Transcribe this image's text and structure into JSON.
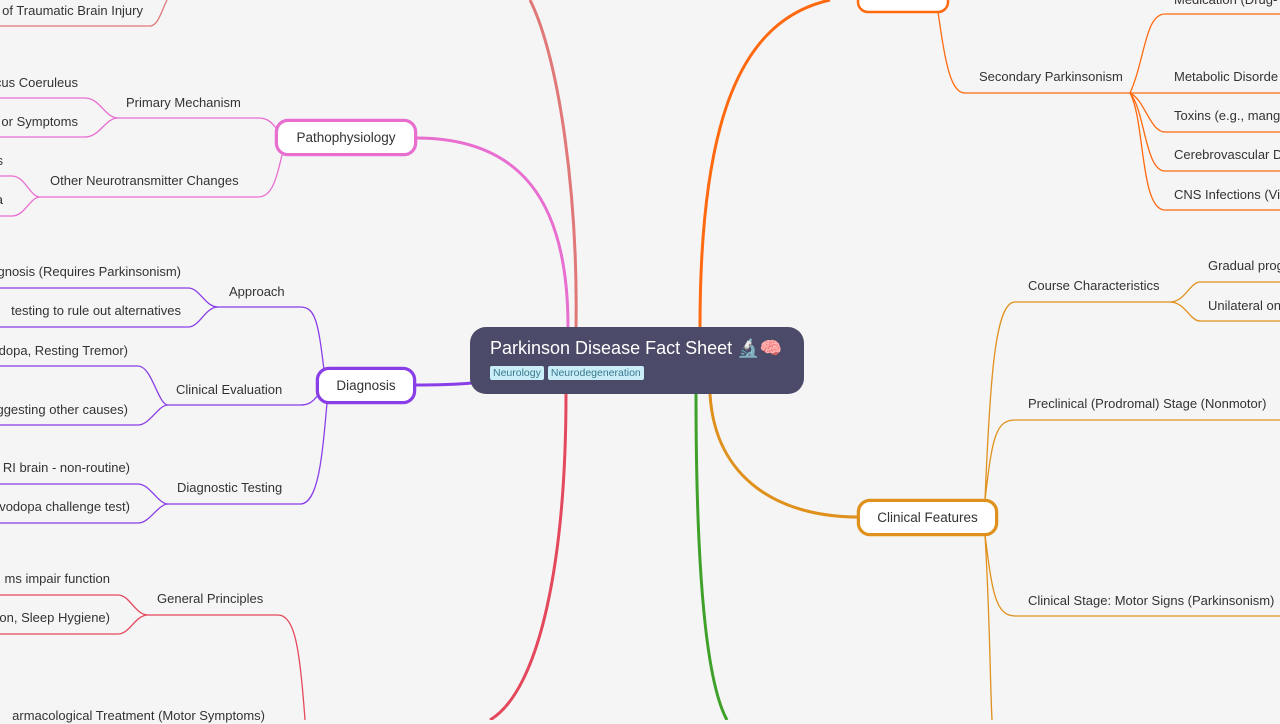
{
  "root": {
    "title": "Parkinson Disease Fact Sheet",
    "emoji": "🔬🧠",
    "tags": [
      "Neurology",
      "Neurodegeneration"
    ]
  },
  "colors": {
    "root_bg": "#4b4b69",
    "risk": "#e07878",
    "pathophysiology": "#e86ed0",
    "diagnosis": "#8a3ee8",
    "treatment": "#e4485c",
    "etiology": "#ff6a10",
    "clinical_features": "#e0901c",
    "other": "#3fa02a"
  },
  "left": {
    "risk_leaf": "of Traumatic Brain Injury",
    "pathophysiology": {
      "label": "Pathophysiology",
      "primary_mechanism": {
        "label": "Primary Mechanism",
        "leaves": [
          "cus Coeruleus",
          "or Symptoms"
        ]
      },
      "other_neuro": {
        "label": "Other Neurotransmitter Changes",
        "leaves": [
          "s",
          "a"
        ]
      }
    },
    "diagnosis": {
      "label": "Diagnosis",
      "approach": {
        "label": "Approach",
        "leaves": [
          "gnosis (Requires Parkinsonism)",
          "testing to rule out alternatives"
        ]
      },
      "clinical_evaluation": {
        "label": "Clinical Evaluation",
        "leaves": [
          "dopa, Resting Tremor)",
          "ggesting other causes)"
        ]
      },
      "diagnostic_testing": {
        "label": "Diagnostic Testing",
        "leaves": [
          "RI brain - non-routine)",
          "vodopa challenge test)"
        ]
      }
    },
    "treatment": {
      "general_principles": {
        "label": "General Principles",
        "leaves": [
          "ms impair function",
          "on, Sleep Hygiene)"
        ]
      },
      "pharm": "armacological Treatment (Motor Symptoms)"
    }
  },
  "right": {
    "secondary": {
      "label": "Secondary Parkinsonism",
      "leaves": [
        "Medication (Drug-",
        "Metabolic Disorde",
        "Toxins (e.g., mang",
        "Cerebrovascular D",
        "CNS Infections (Vi"
      ]
    },
    "clinical_features": {
      "label": "Clinical Features",
      "course": {
        "label": "Course Characteristics",
        "leaves": [
          "Gradual prog",
          "Unilateral on"
        ]
      },
      "preclinical": "Preclinical (Prodromal) Stage (Nonmotor)",
      "clinical_stage": "Clinical Stage: Motor Signs (Parkinsonism)"
    }
  }
}
